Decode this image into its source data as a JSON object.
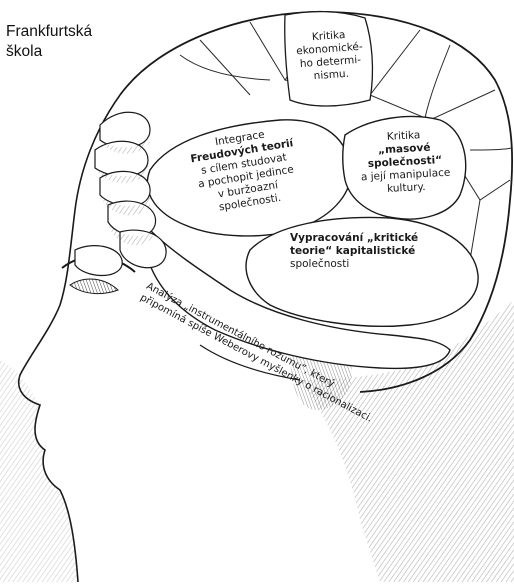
{
  "title": {
    "line1": "Frankfurtská",
    "line2": "škola"
  },
  "regions": {
    "economic": {
      "lines": [
        "Kritika",
        "ekonomické-",
        "ho determi-",
        "nismu."
      ]
    },
    "freud": {
      "lines": [
        "Integrace",
        "Freudových teorií",
        "s cílem studovat",
        "a pochopit jedince",
        "v buržoazní",
        "společnosti."
      ]
    },
    "mass": {
      "lines": [
        "Kritika",
        "„masové",
        "společnosti“",
        "a její manipulace",
        "kultury."
      ]
    },
    "critical": {
      "line1": "Vypracování „kritické",
      "line2": "teorie“ kapitalistické",
      "line3": "společnosti"
    },
    "instrumental": {
      "line1": "Analýza „instrumentálního rozumu“, který",
      "line2": "připomíná spíše Weberovy myšlenky o racionalizaci."
    }
  },
  "colors": {
    "ink": "#1a1a1a",
    "paper": "#ffffff",
    "shade": "#b9b9b9"
  }
}
